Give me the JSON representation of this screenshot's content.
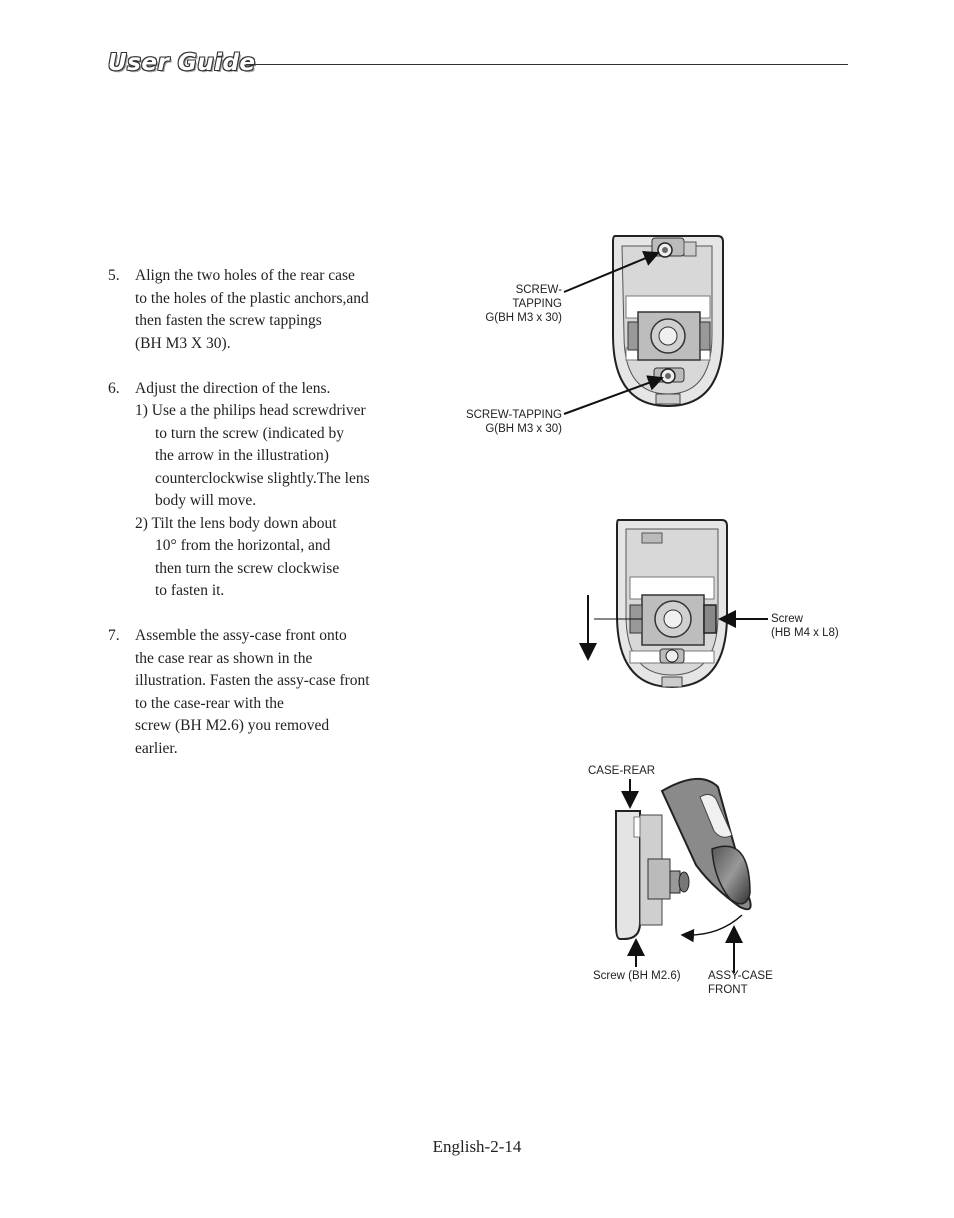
{
  "header": {
    "title": "User Guide"
  },
  "steps": [
    {
      "number": "5.",
      "text": [
        "Align the two holes of the rear case",
        "to the holes of the plastic anchors,and",
        "then fasten the screw tappings",
        "(BH M3 X 30)."
      ]
    },
    {
      "number": "6.",
      "intro": "Adjust the direction of the lens.",
      "sub": [
        {
          "head": "1) Use a the philips head screwdriver",
          "lines": [
            "to turn the screw (indicated by",
            "the arrow in the illustration)",
            "counterclockwise slightly.The lens",
            "body will move."
          ]
        },
        {
          "head": "2) Tilt the lens body down about",
          "lines": [
            "10° from the horizontal, and",
            "then turn the screw clockwise",
            "to fasten it."
          ]
        }
      ]
    },
    {
      "number": "7.",
      "text": [
        "Assemble the assy-case front onto",
        "the case rear as shown in the",
        "illustration. Fasten the assy-case front",
        "to the case-rear with the",
        "screw (BH M2.6) you removed",
        "earlier."
      ]
    }
  ],
  "figure1": {
    "label_top": [
      "SCREW-",
      "TAPPING",
      "G(BH M3 x 30)"
    ],
    "label_bottom": [
      "SCREW-TAPPING",
      "G(BH M3 x 30)"
    ]
  },
  "figure2": {
    "label": [
      "Screw",
      "(HB M4 x L8)"
    ]
  },
  "figure3": {
    "label_case_rear": "CASE-REAR",
    "label_screw": "Screw (BH M2.6)",
    "label_front": [
      "ASSY-CASE",
      "FRONT"
    ]
  },
  "footer": {
    "page": "English-2-14"
  }
}
